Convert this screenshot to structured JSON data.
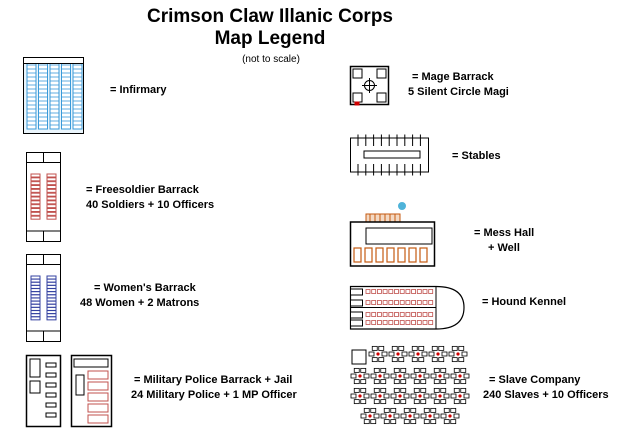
{
  "header": {
    "title_line1": "Crimson Claw Illanic Corps",
    "title_line2": "Map Legend",
    "scale_note": "(not to scale)"
  },
  "legend": {
    "left": [
      {
        "icon": "infirmary-icon",
        "line1": "= Infirmary",
        "line2": ""
      },
      {
        "icon": "freesoldier-barrack-icon",
        "line1": "= Freesoldier Barrack",
        "line2": "40 Soldiers + 10 Officers"
      },
      {
        "icon": "womens-barrack-icon",
        "line1": "= Women's Barrack",
        "line2": "48 Women + 2 Matrons"
      },
      {
        "icon": "military-police-barrack-jail-icon",
        "line1": "= Military Police Barrack + Jail",
        "line2": "24 Military Police + 1 MP Officer"
      }
    ],
    "right": [
      {
        "icon": "mage-barrack-icon",
        "line1": "= Mage Barrack",
        "line2": "5 Silent Circle Magi"
      },
      {
        "icon": "stables-icon",
        "line1": "= Stables",
        "line2": ""
      },
      {
        "icon": "mess-hall-icon",
        "line1": "= Mess Hall",
        "line2": "+ Well"
      },
      {
        "icon": "hound-kennel-icon",
        "line1": "= Hound Kennel",
        "line2": ""
      },
      {
        "icon": "slave-company-icon",
        "line1": "= Slave Company",
        "line2": "240 Slaves + 10 Officers"
      }
    ]
  },
  "colors": {
    "infirmary": "#3a9ad9",
    "freesoldier": "#c0504d",
    "women": "#3340a0",
    "police": "#c0504d",
    "kennel": "#c0504d",
    "mess_hall": "#c55a11",
    "well": "#4fb3d9",
    "slave_dot": "#d00000"
  }
}
